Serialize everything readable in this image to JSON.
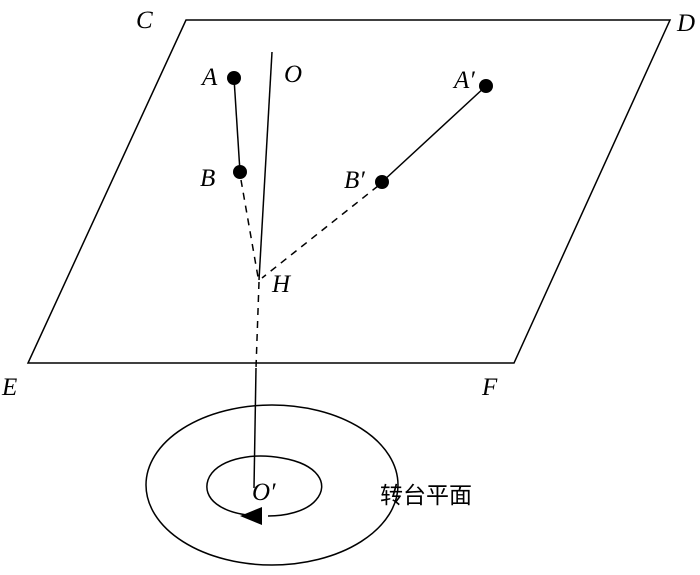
{
  "labels": {
    "C": "C",
    "D": "D",
    "E": "E",
    "F": "F",
    "A": "A",
    "B": "B",
    "A_prime": "A′",
    "B_prime": "B′",
    "O": "O",
    "H": "H",
    "O_prime": "O′"
  },
  "turntable_label": "转台平面",
  "colors": {
    "ink": "#000000",
    "background": "#ffffff"
  }
}
